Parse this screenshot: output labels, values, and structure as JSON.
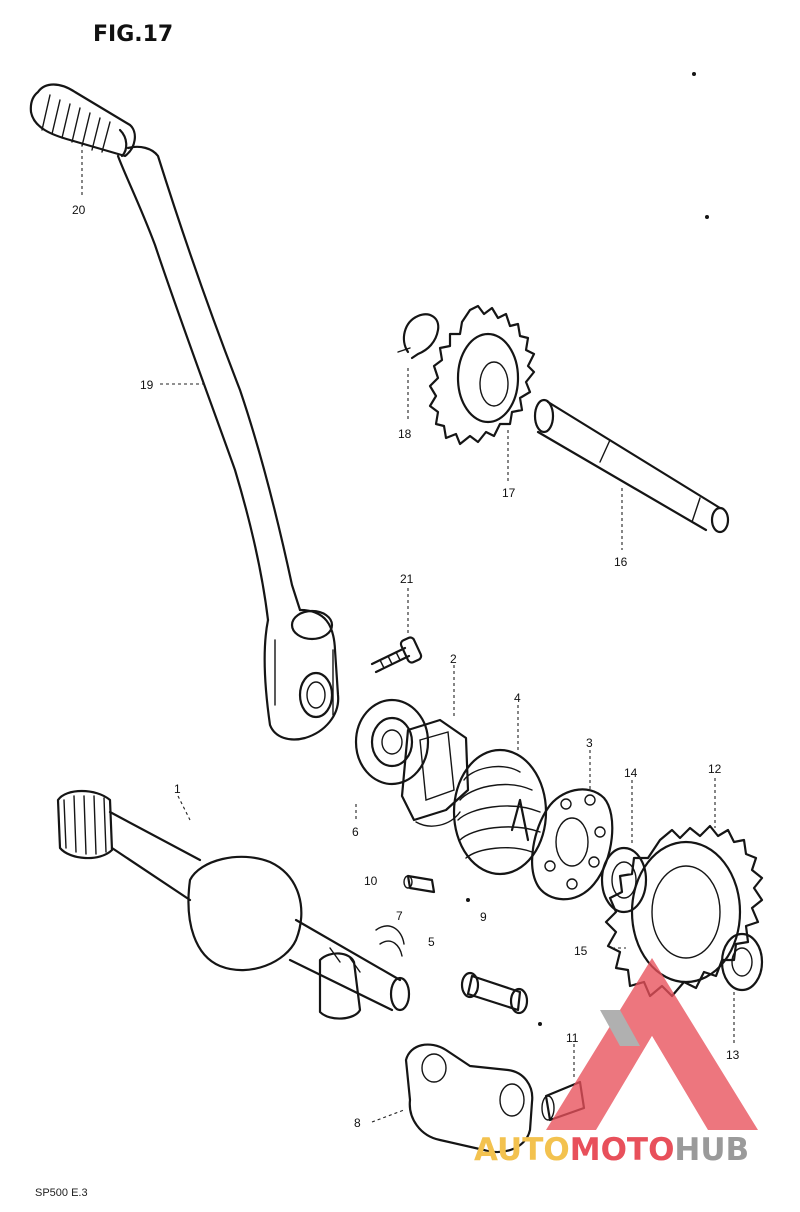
{
  "figure": {
    "title": "FIG.17",
    "code": "SP500 E.3"
  },
  "parts": [
    {
      "no": "20"
    },
    {
      "no": "19"
    },
    {
      "no": "18"
    },
    {
      "no": "17"
    },
    {
      "no": "16"
    },
    {
      "no": "21"
    },
    {
      "no": "2"
    },
    {
      "no": "4"
    },
    {
      "no": "3"
    },
    {
      "no": "14"
    },
    {
      "no": "12"
    },
    {
      "no": "6"
    },
    {
      "no": "1"
    },
    {
      "no": "10"
    },
    {
      "no": "7"
    },
    {
      "no": "5"
    },
    {
      "no": "9"
    },
    {
      "no": "15"
    },
    {
      "no": "13"
    },
    {
      "no": "11"
    },
    {
      "no": "8"
    }
  ],
  "watermark": {
    "text_part1": "AUTO",
    "text_part2": "MOTO",
    "text_part3": "HUB",
    "colors": {
      "accent_red": "#e8505b",
      "accent_yellow": "#f3c24f",
      "accent_gray": "#9a9a9a"
    }
  },
  "colors": {
    "ink": "#151515",
    "paper": "#ffffff"
  }
}
